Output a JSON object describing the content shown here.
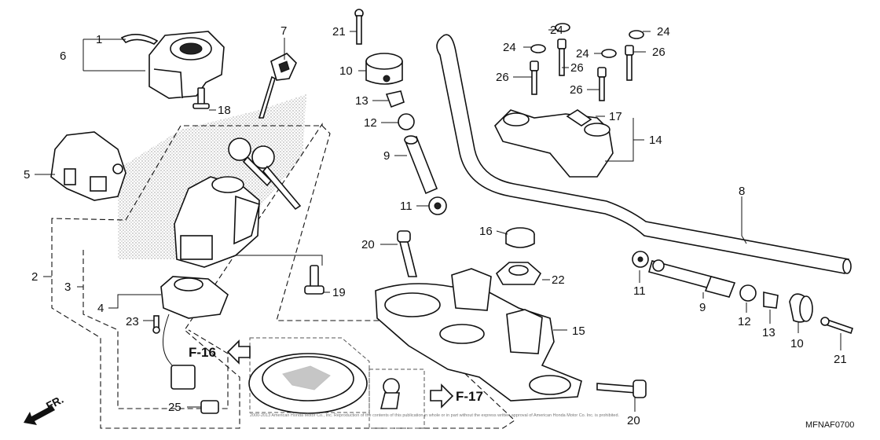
{
  "diagram": {
    "code": "MFNAF0700",
    "copyright": "2000-2013 American Honda Motor Co., Inc. Reproduction of the contents of this publication in whole or in part without the express written approval of American Honda Motor Co. Inc. is prohibited.",
    "direction_label": "FR.",
    "refs": {
      "f16": "F-16",
      "f17": "F-17"
    },
    "callouts": {
      "c1": "1",
      "c2": "2",
      "c3": "3",
      "c4": "4",
      "c5": "5",
      "c6": "6",
      "c7": "7",
      "c8": "8",
      "c9a": "9",
      "c9b": "9",
      "c10a": "10",
      "c10b": "10",
      "c11a": "11",
      "c11b": "11",
      "c12a": "12",
      "c12b": "12",
      "c13a": "13",
      "c13b": "13",
      "c14": "14",
      "c15": "15",
      "c16": "16",
      "c17": "17",
      "c18": "18",
      "c19": "19",
      "c20a": "20",
      "c20b": "20",
      "c21a": "21",
      "c21b": "21",
      "c22": "22",
      "c23": "23",
      "c24a": "24",
      "c24b": "24",
      "c24c": "24",
      "c24d": "24",
      "c25": "25",
      "c26a": "26",
      "c26b": "26",
      "c26c": "26",
      "c26d": "26"
    }
  }
}
